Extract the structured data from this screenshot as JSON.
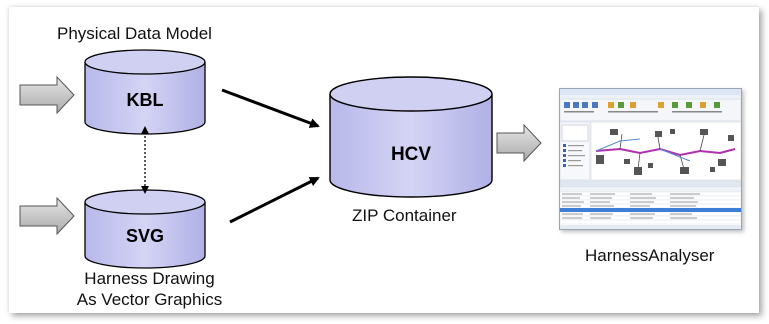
{
  "diagram": {
    "title": "Physical Data Model",
    "nodes": {
      "kbl": "KBL",
      "svg": "SVG",
      "hcv": "HCV"
    },
    "captions": {
      "zip_container": "ZIP Container",
      "harness_drawing_line1": "Harness Drawing",
      "harness_drawing_line2": "As Vector Graphics",
      "harness_analyser": "HarnessAnalyser"
    }
  },
  "colors": {
    "cylinder_fill": "#c9c9ef",
    "cylinder_stroke": "#000000",
    "input_arrow": "#c8c8c8"
  }
}
